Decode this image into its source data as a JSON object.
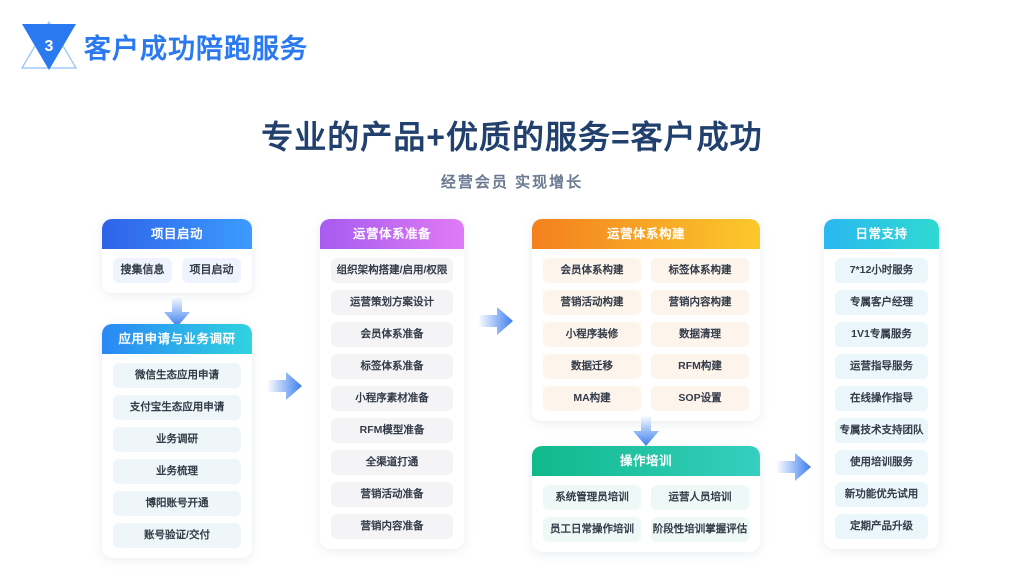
{
  "header": {
    "badge_number": "3",
    "title": "客户成功陪跑服务",
    "badge_color": "#2a79f0"
  },
  "titles": {
    "main": "专业的产品+优质的服务=客户成功",
    "sub": "经营会员 实现增长"
  },
  "colors": {
    "brand_blue": "#2a79f0",
    "title_navy": "#22406e",
    "sub_grey": "#6b7a90",
    "head_blue_from": "#2f63e8",
    "head_blue_to": "#3c9bff",
    "head_cyan_from": "#2a88f5",
    "head_cyan_to": "#2fd3e0",
    "head_purple_from": "#a75bf0",
    "head_purple_to": "#e07bf5",
    "head_orange_from": "#f4801f",
    "head_orange_to": "#fbc92b",
    "head_green_from": "#10b98a",
    "head_green_to": "#36cfc0",
    "head_ice_from": "#2ab8f0",
    "head_ice_to": "#2fd9d2",
    "arrow": "#3b7ef0"
  },
  "cards": {
    "project_start": {
      "title": "项目启动",
      "items": [
        "搜集信息",
        "项目启动"
      ]
    },
    "application_research": {
      "title": "应用申请与业务调研",
      "items": [
        "微信生态应用申请",
        "支付宝生态应用申请",
        "业务调研",
        "业务梳理",
        "博阳账号开通",
        "账号验证/交付"
      ]
    },
    "ops_prep": {
      "title": "运营体系准备",
      "items": [
        "组织架构搭建/启用/权限",
        "运营策划方案设计",
        "会员体系准备",
        "标签体系准备",
        "小程序素材准备",
        "RFM模型准备",
        "全渠道打通",
        "营销活动准备",
        "营销内容准备"
      ]
    },
    "ops_build": {
      "title": "运营体系构建",
      "items": [
        "会员体系构建",
        "标签体系构建",
        "营销活动构建",
        "营销内容构建",
        "小程序装修",
        "数据清理",
        "数据迁移",
        "RFM构建",
        "MA构建",
        "SOP设置"
      ]
    },
    "training": {
      "title": "操作培训",
      "items": [
        "系统管理员培训",
        "运营人员培训",
        "员工日常操作培训",
        "阶段性培训掌握评估"
      ]
    },
    "daily_support": {
      "title": "日常支持",
      "items": [
        "7*12小时服务",
        "专属客户经理",
        "1V1专属服务",
        "运营指导服务",
        "在线操作指导",
        "专属技术支持团队",
        "使用培训服务",
        "新功能优先试用",
        "定期产品升级"
      ]
    }
  },
  "arrows": {
    "start_to_research": "arrow-down",
    "research_to_prep": "arrow-right",
    "prep_to_build": "arrow-right",
    "build_to_training": "arrow-down",
    "training_to_support": "arrow-right"
  }
}
